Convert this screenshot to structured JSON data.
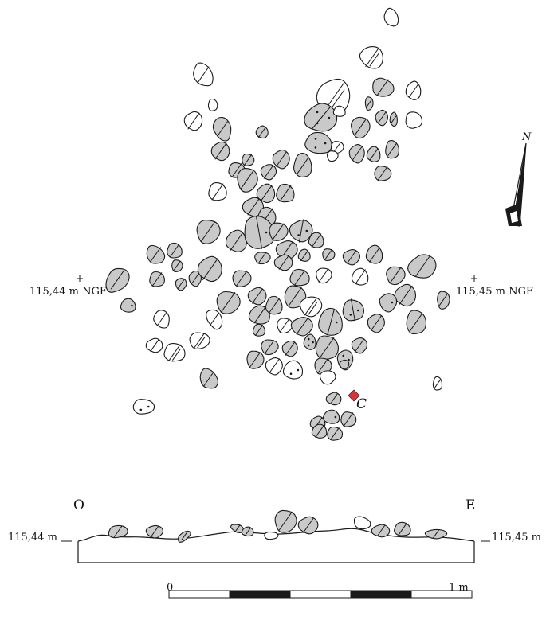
{
  "plan": {
    "north_label": "N",
    "datum_west": "115,44 m NGF",
    "datum_east": "115,45 m NGF",
    "sample_marker_label": "C",
    "sample_marker_color": "#d9343a"
  },
  "section": {
    "west_label": "O",
    "east_label": "E",
    "datum_west": "115,44 m",
    "datum_east": "115,45 m"
  },
  "scale_bar": {
    "start_label": "0",
    "end_label": "1 m",
    "segments": 5
  },
  "colors": {
    "ink": "#1a1a1a",
    "stone_fill": "#c9c9c9",
    "marker": "#d9343a"
  }
}
